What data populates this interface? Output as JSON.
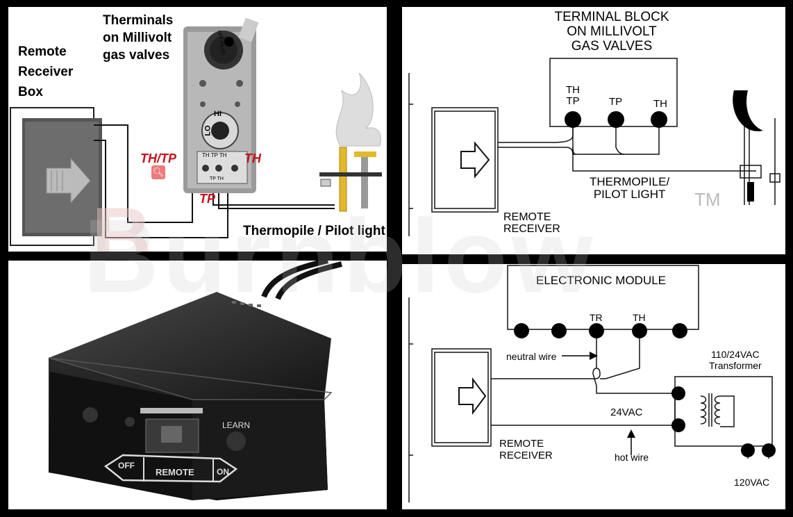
{
  "panel_valve": {
    "remote_box_label": [
      "Remote",
      "Receiver",
      "Box"
    ],
    "valve_label": [
      "Therminals",
      "on Millivolt",
      "gas valves"
    ],
    "term_th_tp": "TH/TP",
    "term_th": "TH",
    "term_tp": "TP",
    "thermopile_label": "Thermopile / Pilot light",
    "knob_top_text": "OFF PILOT",
    "knob_hi": "HI",
    "knob_lo": "LO",
    "valve_small_labels": [
      "TH",
      "TP",
      "TH",
      "TP",
      "TH"
    ]
  },
  "panel_terminal_block": {
    "title": [
      "TERMINAL BLOCK",
      "ON MILLIVOLT",
      "GAS VALVES"
    ],
    "terminals": [
      "TH",
      "TP",
      "TP",
      "TH"
    ],
    "thermopile_label": [
      "THERMOPILE/",
      "PILOT LIGHT"
    ],
    "receiver_label": [
      "REMOTE",
      "RECEIVER"
    ],
    "trademark": "TM"
  },
  "panel_photo": {
    "learn_label": "LEARN",
    "off_label": "OFF",
    "remote_label": "REMOTE",
    "on_label": "ON"
  },
  "panel_module": {
    "title": "ELECTRONIC MODULE",
    "terminal_tr": "TR",
    "terminal_th": "TH",
    "neutral_wire": "neutral wire",
    "vac24": "24VAC",
    "hot_wire": "hot wire",
    "transformer": [
      "110/24VAC",
      "Transformer"
    ],
    "vac120": "120VAC",
    "receiver_label": [
      "REMOTE",
      "RECEIVER"
    ]
  },
  "watermark": "Burnblow"
}
